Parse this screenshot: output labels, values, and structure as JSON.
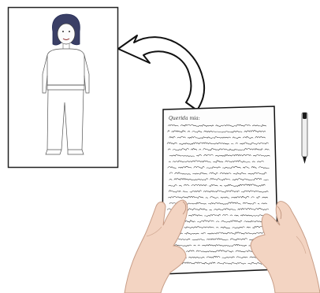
{
  "scene": {
    "description_elements": [
      "drawing-of-woman",
      "curved-arrow",
      "handwritten-letter",
      "hands",
      "pen"
    ],
    "letter": {
      "greeting": "Querida mia:",
      "line_count": 24
    }
  }
}
